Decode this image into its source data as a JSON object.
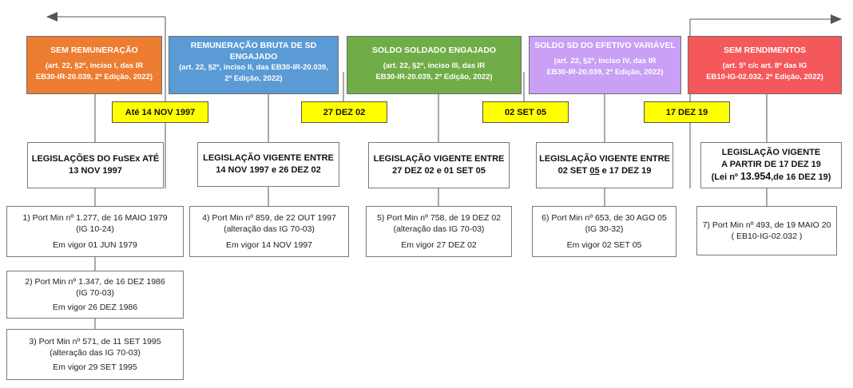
{
  "categories": [
    {
      "title": "SEM REMUNERAÇÃO",
      "title2": "",
      "ref1": "(art. 22, §2º, inciso I, das IR",
      "ref2": "EB30-IR-20.039, 2ª Edição, 2022)",
      "color": "#ED7D31"
    },
    {
      "title": "REMUNERAÇÃO BRUTA DE SD",
      "title2": "ENGAJADO",
      "ref1": "(art. 22, §2º, inciso II, das EB30-IR-20.039,",
      "ref2": "2ª Edição, 2022)",
      "color": "#5B9BD5"
    },
    {
      "title": "SOLDO SOLDADO ENGAJADO",
      "title2": "",
      "ref1": "(art. 22, §2º, inciso III, das IR",
      "ref2": "EB30-IR-20.039, 2ª Edição, 2022)",
      "color": "#70AD47"
    },
    {
      "title": "SOLDO SD DO EFETIVO VARIÁVEL",
      "title2": "",
      "ref1": "(art. 22, §2º, inciso IV, das IR",
      "ref2": "EB30-IR-20.039, 2ª Edição, 2022)",
      "color": "#C9A0F5"
    },
    {
      "title": "SEM RENDIMENTOS",
      "title2": "",
      "ref1": "(art. 5º c/c art. 8º das IG",
      "ref2": "EB10-IG-02.032, 2ª Edição, 2022)",
      "color": "#F4585A"
    }
  ],
  "dates": [
    "Até 14 NOV 1997",
    "27 DEZ 02",
    "02 SET 05",
    "17 DEZ 19"
  ],
  "legislation": [
    {
      "line1": "LEGISLAÇÕES DO FuSEx ATÉ",
      "line2": "13 NOV 1997"
    },
    {
      "line1": "LEGISLAÇÃO VIGENTE ENTRE",
      "line2": "14 NOV 1997  e  26 DEZ 02"
    },
    {
      "line1": "LEGISLAÇÃO VIGENTE ENTRE",
      "line2": "27 DEZ 02  e  01 SET 05"
    },
    {
      "line1": "LEGISLAÇÃO VIGENTE ENTRE",
      "line2a": "02 SET ",
      "line2b": "05",
      "line2c": "  e  17 DEZ 19"
    },
    {
      "line1": "LEGISLAÇÃO  VIGENTE",
      "line2": "A  PARTIR  DE  17 DEZ 19",
      "line3a": "(Lei nº ",
      "line3b": "13.954",
      "line3c": ",de 16 DEZ 19)"
    }
  ],
  "portarias": [
    {
      "line1": "1) Port Min nº 1.277, de 16 MAIO 1979",
      "line2": "(IG 10-24)",
      "line3": "Em vigor 01 JUN 1979"
    },
    {
      "line1": "2) Port Min nº 1.347, de 16 DEZ 1986",
      "line2": "(IG 70-03)",
      "line3": "Em vigor 26 DEZ 1986"
    },
    {
      "line1": "3)  Port Min nº 571, de 11 SET 1995",
      "line2": "(alteração das IG 70-03)",
      "line3": "Em vigor 29 SET 1995"
    },
    {
      "line1": "4) Port Min nº 859, de 22 OUT 1997",
      "line2": "(alteração das IG 70-03)",
      "line3": "Em vigor 14 NOV 1997"
    },
    {
      "line1": "5) Port Min nº 758, de 19 DEZ 02",
      "line2": "(alteração das IG 70-03)",
      "line3": "Em vigor 27 DEZ 02"
    },
    {
      "line1": "6) Port Min nº 653, de 30 AGO 05",
      "line2": "(IG 30-32)",
      "line3": "Em vigor 02 SET 05"
    },
    {
      "line1": "7) Port Min nº 493, de 19 MAIO 20",
      "line2": "( EB10-IG-02.032 )",
      "line3": ""
    }
  ]
}
